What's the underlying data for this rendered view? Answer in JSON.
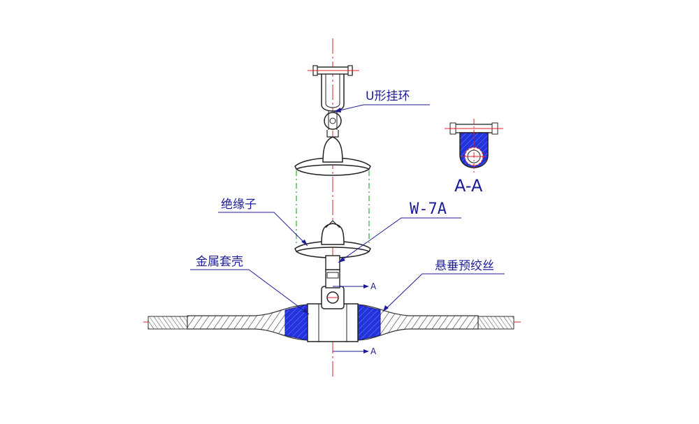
{
  "labels": {
    "u_ring": "U形挂环",
    "insulator": "绝缘子",
    "model": "W-7A",
    "metal_housing": "金属套壳",
    "suspension_rods": "悬垂预绞丝",
    "section_title": "A-A",
    "section_mark_top": "A",
    "section_mark_bottom": "A"
  },
  "colors": {
    "outline": "#222222",
    "leader": "#1c1c99",
    "centerline": "#e02020",
    "hatch_fill": "#2233dd",
    "dimension_green": "#33aa33"
  }
}
